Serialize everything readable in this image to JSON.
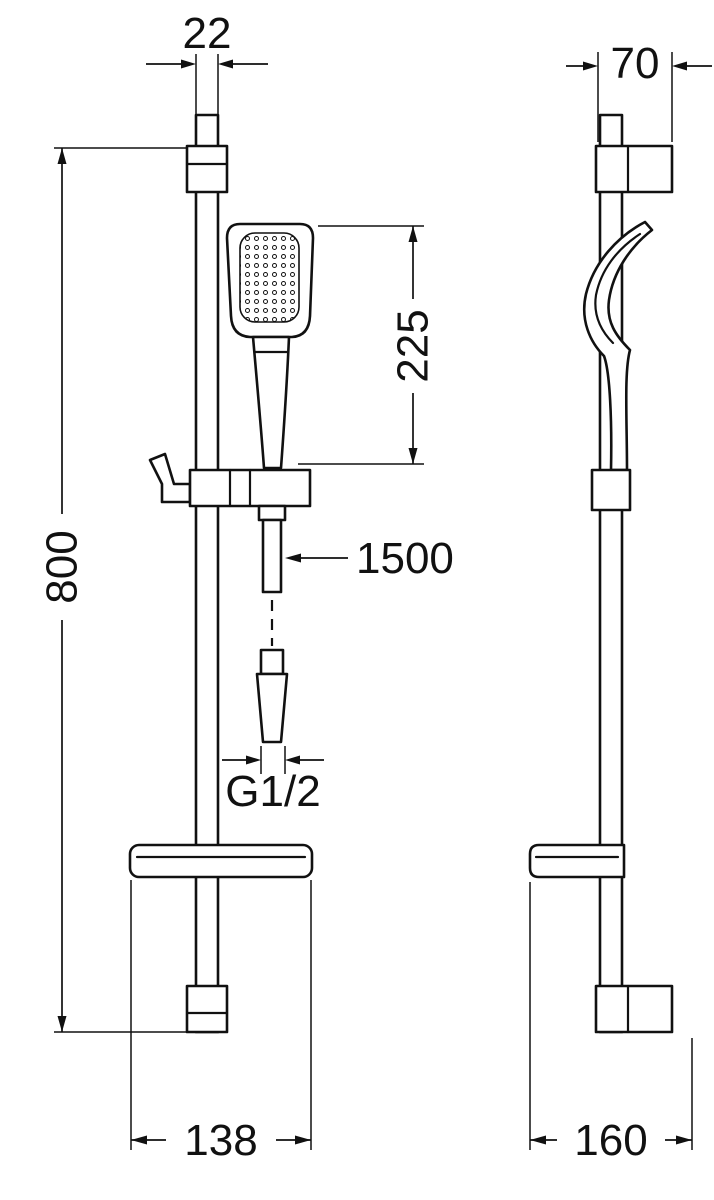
{
  "drawing": {
    "background": "#ffffff",
    "line_color": "#111111",
    "dims": {
      "rail_diameter": "22",
      "bracket_depth": "70",
      "handset_height": "225",
      "bar_length": "800",
      "hose_length": "1500",
      "thread_size": "G1/2",
      "shelf_width": "138",
      "shelf_depth": "160"
    }
  }
}
